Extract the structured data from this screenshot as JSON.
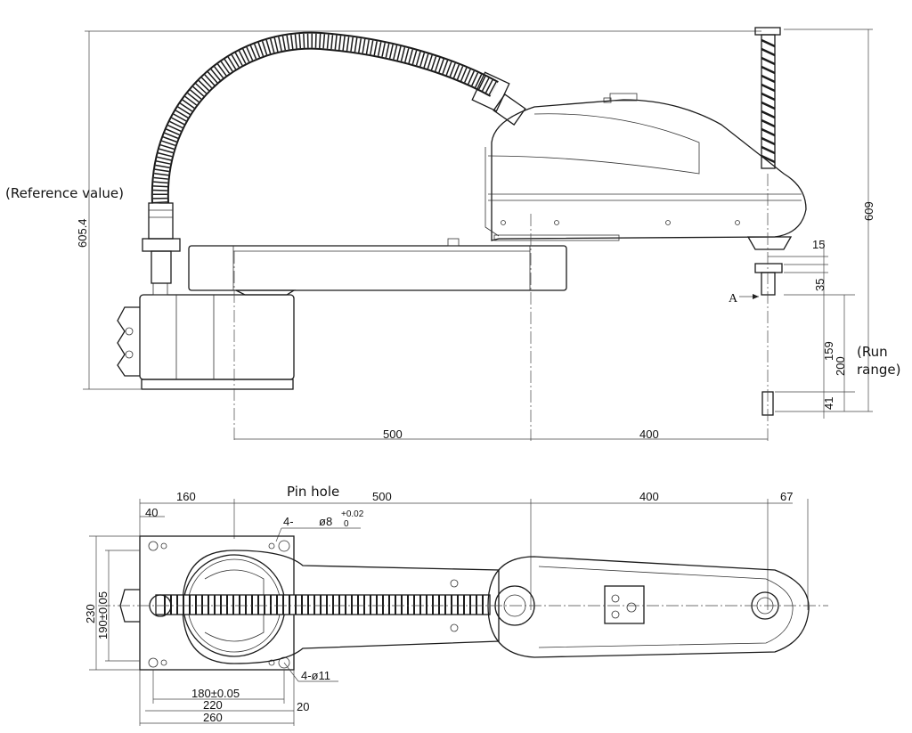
{
  "labels": {
    "reference_value": "(Reference value)",
    "run_range_line1": "(Run",
    "run_range_line2": "range)",
    "pin_hole": "Pin hole",
    "view_arrow": "A"
  },
  "side_view_dims": {
    "overall_height_left": "605.4",
    "overall_height_right": "609",
    "arm1_length": "500",
    "arm2_length": "400",
    "shaft_upper": "15",
    "shaft_mid": "35",
    "stroke_run": "159",
    "stroke_total": "200",
    "shaft_bottom": "41"
  },
  "top_view_dims": {
    "base_width_half": "160",
    "pin_offset": "40",
    "arm1_length": "500",
    "arm2_length": "400",
    "tip_length": "67",
    "pin_hole_spec_prefix": "4-",
    "pin_hole_diameter": "ø8",
    "pin_tol_upper": "+0.02",
    "pin_tol_lower": "0",
    "base_height": "230",
    "mount_pitch_v": "190±0.05",
    "mount_pitch_h": "180±0.05",
    "mount_span": "220",
    "base_total_width": "260",
    "edge_offset": "20",
    "bolt_holes": "4-ø11"
  }
}
